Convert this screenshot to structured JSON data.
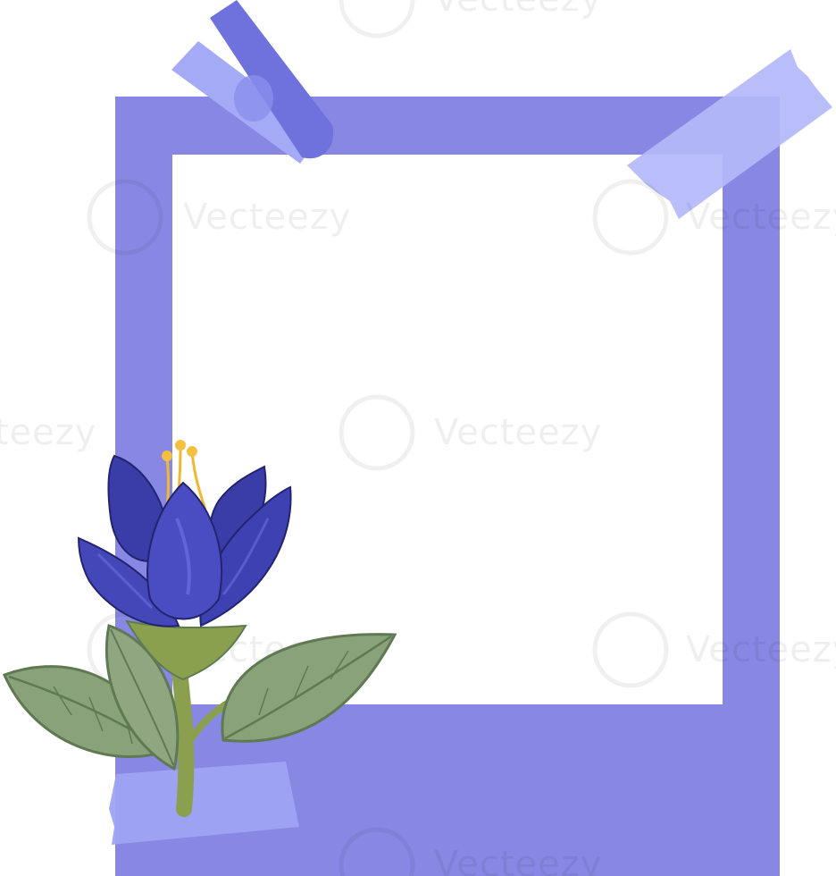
{
  "watermark": {
    "text": "Vecteezy"
  },
  "colors": {
    "frame": "#8888e4",
    "photo_area": "#ffffff",
    "tape_light": "#a4aaf6",
    "tape_dark": "#6f72dc",
    "tape_pale": "#c8ccfb",
    "petal_dark": "#2c2d8a",
    "petal_mid": "#4447b8",
    "leaf": "#8aa27a",
    "leaf_dark": "#5f7a52",
    "stem": "#8aa04e",
    "stamen": "#f0b830"
  },
  "icons": [
    "vecteezy-logo-icon",
    "masking-tape",
    "flower-illustration",
    "leaf"
  ]
}
